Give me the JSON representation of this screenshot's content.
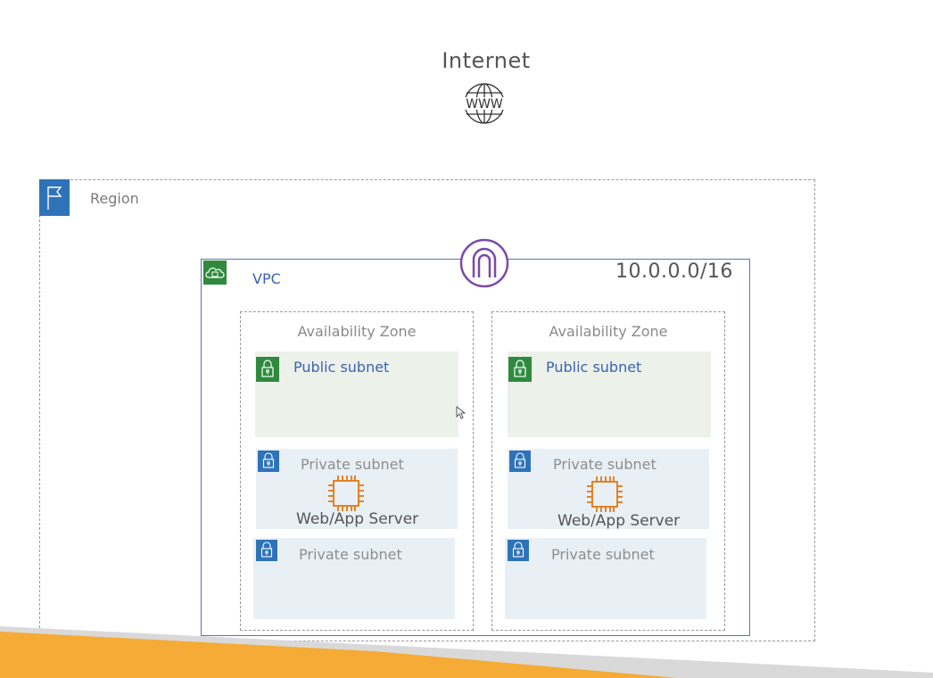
{
  "internet": {
    "label": "Internet",
    "icon": "www-globe-icon"
  },
  "region": {
    "label": "Region",
    "icon": "flag-icon"
  },
  "vpc": {
    "label": "VPC",
    "cidr": "10.0.0.0/16",
    "gateway_icon": "internet-gateway-icon"
  },
  "zones": [
    {
      "label": "Availability Zone",
      "public_subnet": "Public subnet",
      "private_subnet_1": "Private subnet",
      "server_label": "Web/App Server",
      "private_subnet_2": "Private subnet"
    },
    {
      "label": "Availability Zone",
      "public_subnet": "Public subnet",
      "private_subnet_1": "Private subnet",
      "server_label": "Web/App Server",
      "private_subnet_2": "Private subnet"
    }
  ],
  "colors": {
    "region_accent": "#2e73b8",
    "vpc_border": "#5874b4",
    "public_lock": "#2f8a3e",
    "private_lock": "#2e73b8",
    "server_icon": "#e47911",
    "gateway": "#7b4aa8",
    "footer": "#f5ab35"
  }
}
